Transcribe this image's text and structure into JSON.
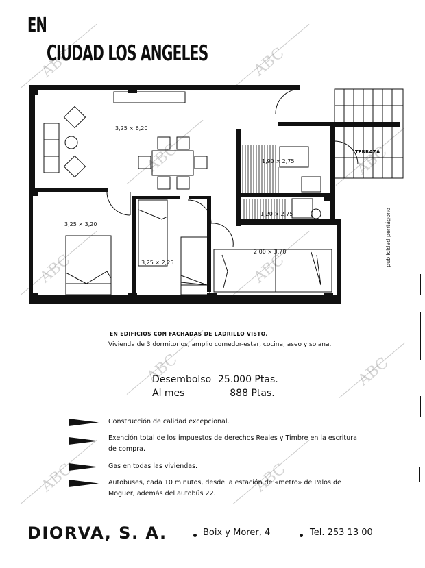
{
  "headline": {
    "line1": "EN",
    "line2": "CIUDAD LOS ANGELES"
  },
  "floor_plan": {
    "rooms": [
      {
        "name": "salon-comedor",
        "dimensions": "3,25 × 6,20"
      },
      {
        "name": "dormitorio-principal",
        "dimensions": "3,25 × 3,20"
      },
      {
        "name": "dormitorio-2",
        "dimensions": "3,25 × 2,25"
      },
      {
        "name": "cocina",
        "dimensions": "1,90 × 2,75"
      },
      {
        "name": "aseo",
        "dimensions": "1,20 × 2,75"
      },
      {
        "name": "dormitorio-3",
        "dimensions": "2,00 × 3,70"
      }
    ],
    "terrace_label": "TERRAZA"
  },
  "credit": "publicidad pentágono",
  "specs": {
    "caps_line": "EN EDIFICIOS CON FACHADAS DE LADRILLO VISTO.",
    "description": "Vivienda de 3 dormitorios, amplio comedor-estar, cocina, aseo y solana."
  },
  "pricing": {
    "down_payment_label": "Desembolso",
    "down_payment_value": "25.000 Ptas.",
    "monthly_label": "Al mes",
    "monthly_amount": "888",
    "monthly_unit": "Ptas."
  },
  "features": [
    {
      "text": "Construcción de calidad excepcional."
    },
    {
      "text": "Exención total de los impuestos de derechos Reales y Timbre en la escritura de compra."
    },
    {
      "text": "Gas en todas las viviendas."
    },
    {
      "text": "Autobuses, cada 10 minutos, desde la estación de «metro» de Palos de Moguer, además del autobús 22."
    }
  ],
  "footer": {
    "company": "DIORVA, S. A.",
    "address": "Boix y Morer, 4",
    "phone": "Tel. 253 13 00"
  },
  "watermark": "ABC",
  "colors": {
    "ink": "#111111",
    "paper": "#ffffff",
    "watermark": "#a0a0a0"
  }
}
